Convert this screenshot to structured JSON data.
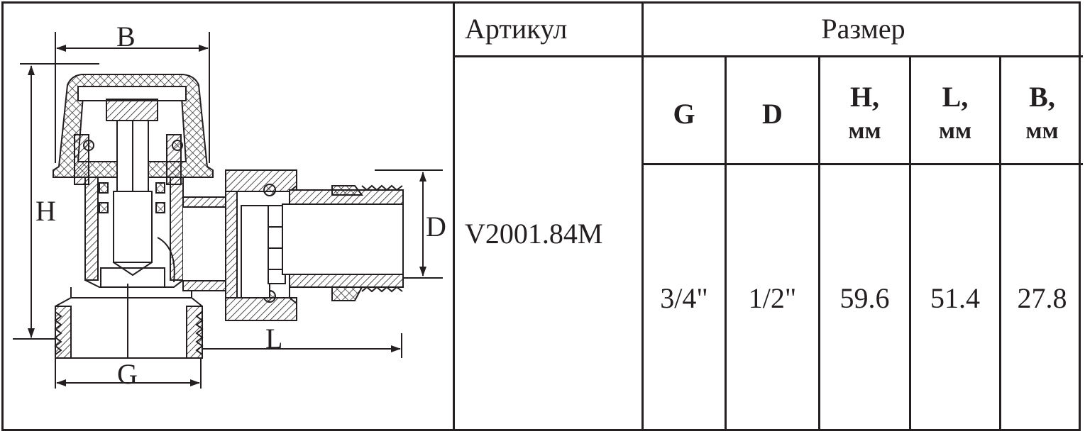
{
  "drawing": {
    "dimension_labels": {
      "b": "B",
      "h": "H",
      "d": "D",
      "l": "L",
      "g": "G"
    }
  },
  "table": {
    "article_header": "Артикул",
    "size_header": "Размер",
    "columns": [
      {
        "name": "G",
        "unit": ""
      },
      {
        "name": "D",
        "unit": ""
      },
      {
        "name": "H,",
        "unit": "мм"
      },
      {
        "name": "L,",
        "unit": "мм"
      },
      {
        "name": "B,",
        "unit": "мм"
      }
    ],
    "article": "V2001.84M",
    "values": [
      "3/4\"",
      "1/2\"",
      "59.6",
      "51.4",
      "27.8"
    ]
  }
}
